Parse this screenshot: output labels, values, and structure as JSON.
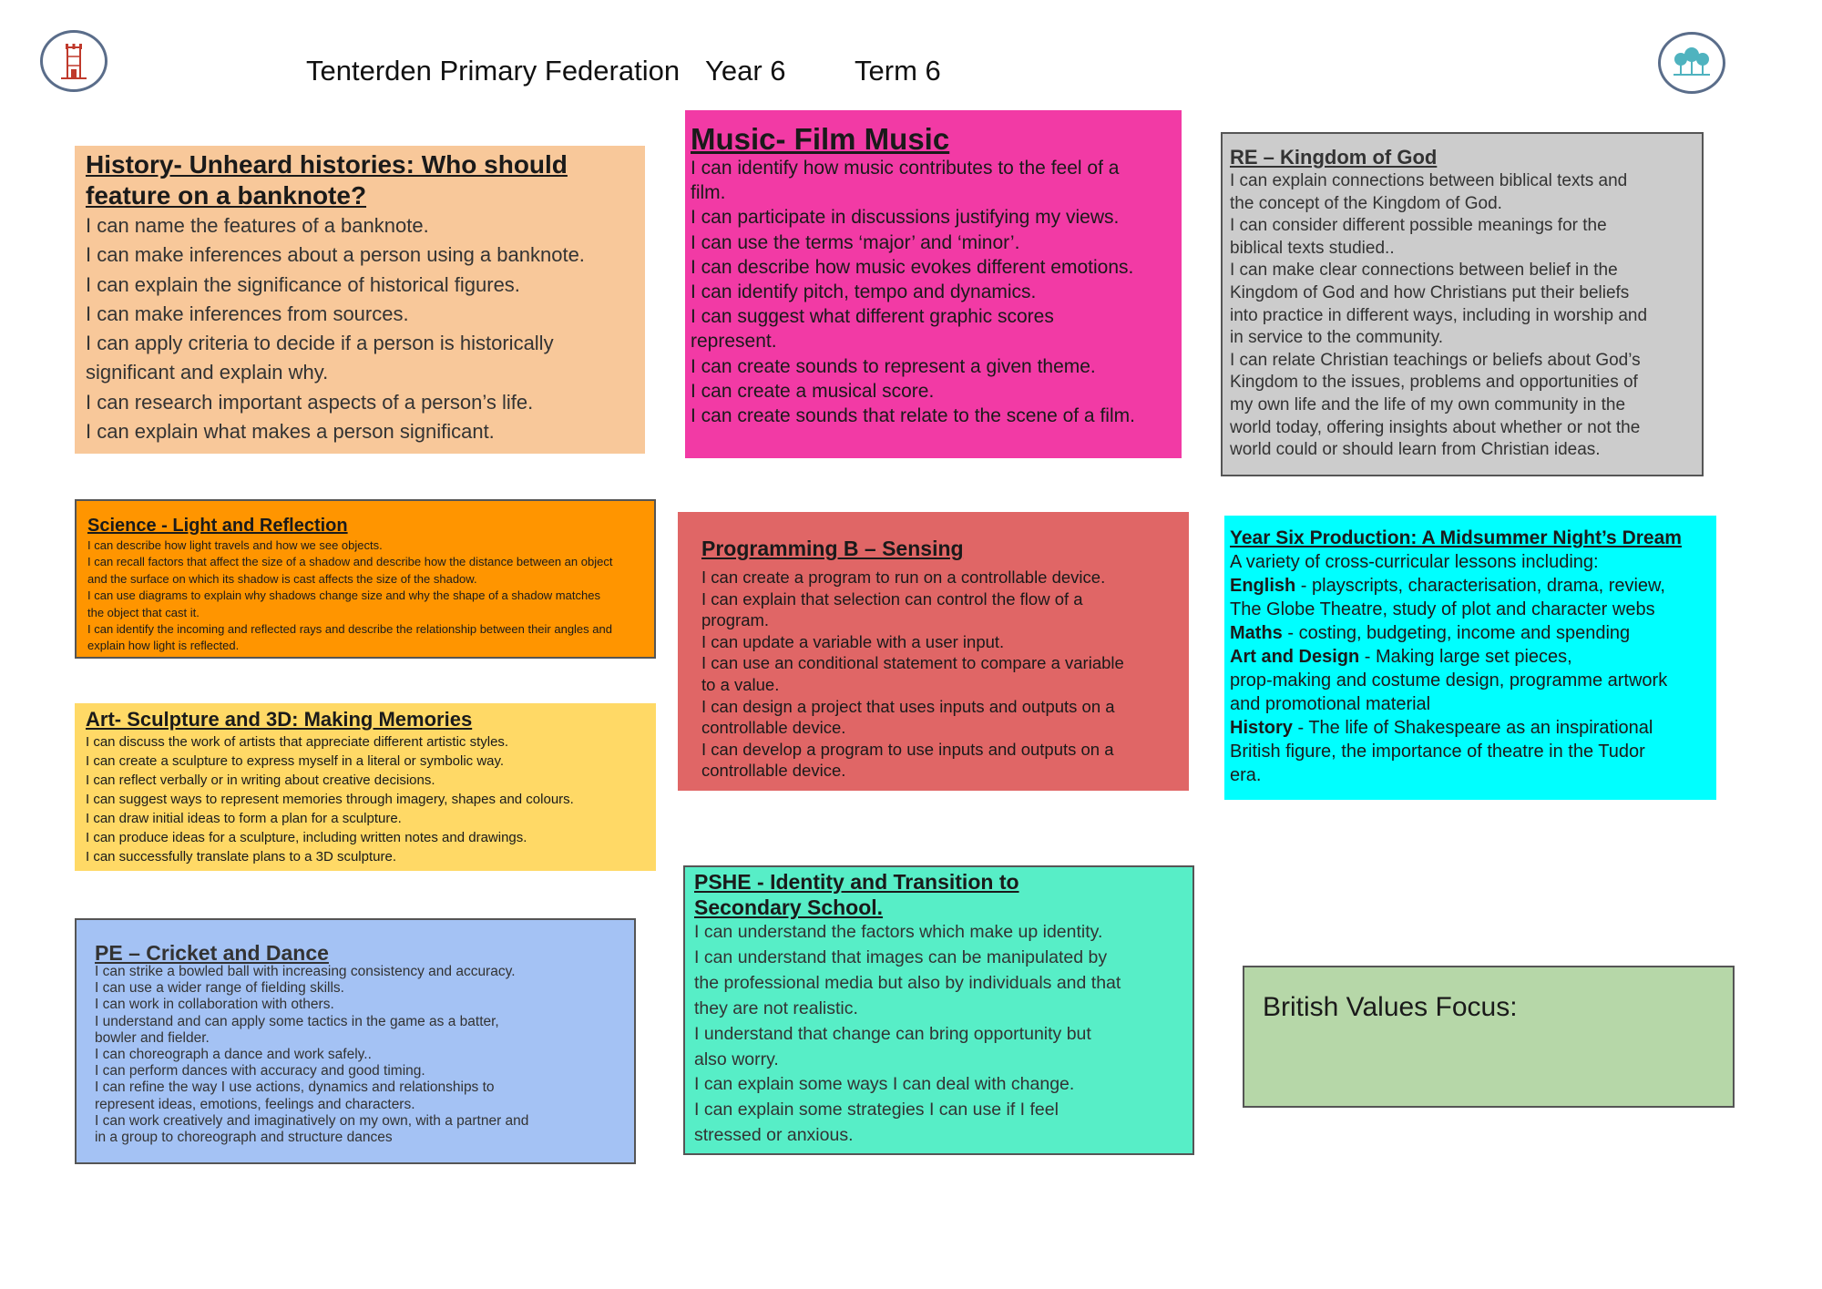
{
  "header": {
    "school": "Tenterden Primary Federation",
    "year": "Year 6",
    "term": "Term 6"
  },
  "history": {
    "title": "History- Unheard histories: Who should feature on a banknote?",
    "lines": [
      "I can name the features of a banknote.",
      "I can make inferences about a person using a banknote.",
      "I can explain the significance of historical figures.",
      "I can make inferences from sources.",
      "I can apply criteria to decide if a person is historically",
      "significant and explain why.",
      "I can research important aspects of a person’s life.",
      "I can explain what makes a person significant."
    ]
  },
  "music": {
    "title": "Music- Film Music",
    "lines": [
      "I can identify how music contributes to the feel of a",
      "film.",
      "I can participate in discussions justifying my views.",
      "I can use the terms ‘major’ and ‘minor’.",
      "I can describe how music evokes different emotions.",
      "I can identify pitch, tempo and dynamics.",
      "I can suggest what different graphic scores",
      "represent.",
      "I can create sounds to represent a given theme.",
      "I can create a musical score.",
      "I can create sounds that relate to the scene of a film."
    ]
  },
  "re": {
    "title": "RE – Kingdom of God",
    "lines": [
      "I can explain connections between biblical texts and",
      "the concept of the Kingdom of God.",
      "I can consider different possible meanings for the",
      "biblical texts studied..",
      "I can make clear connections between belief in the",
      "Kingdom of God and how Christians put their beliefs",
      "into practice in different ways, including in worship and",
      "in service to the community.",
      "I can relate Christian teachings or beliefs about God’s",
      "Kingdom to the issues, problems and opportunities of",
      "my own life and the life of my own community in the",
      "world today, offering insights about whether or not the",
      "world could or should learn from Christian ideas."
    ]
  },
  "science": {
    "title": "Science - Light and Reflection",
    "lines": [
      "I can describe how light travels and how we see objects.",
      "I can recall factors that affect the size of a shadow and describe how the distance between an object",
      "and the surface on which its shadow is cast affects the size of the shadow.",
      "I can use diagrams to explain why shadows change size and why the shape of a shadow matches",
      "the object that cast it.",
      "I can identify the incoming and reflected rays and describe the relationship between their angles and",
      "explain how light is reflected."
    ]
  },
  "programming": {
    "title": "Programming B – Sensing",
    "lines": [
      "I can create a program to run on a controllable device.",
      "I can explain that selection can control the flow of a",
      "program.",
      "I can update a variable with a user input.",
      "I can use an conditional statement to compare a variable",
      "to a value.",
      "I can design a project that uses inputs and outputs on a",
      "controllable device.",
      "I can develop a program to use inputs and outputs on a",
      "controllable device."
    ]
  },
  "production": {
    "title": "Year Six Production: A Midsummer Night’s Dream",
    "intro": "A variety of cross-curricular lessons including:",
    "english_label": "English",
    "english_text": " - playscripts, characterisation, drama, review,",
    "english_cont": "The Globe Theatre, study of plot and character webs",
    "maths_label": "Maths",
    "maths_text": " - costing, budgeting, income and spending",
    "art_label": "Art and Design",
    "art_text": " - Making large set pieces,",
    "art_cont1": "prop-making and costume design, programme artwork",
    "art_cont2": "and promotional material",
    "history_label": "History",
    "history_text": " - The life of Shakespeare as an inspirational",
    "history_cont1": "British figure, the importance of theatre in the Tudor",
    "history_cont2": "era."
  },
  "art": {
    "title": "Art- Sculpture and 3D: Making Memories",
    "lines": [
      "I can discuss the work of artists that appreciate different artistic styles.",
      "I can create a sculpture to express myself in a literal or symbolic way.",
      "I can reflect verbally or in writing about creative decisions.",
      "I can suggest ways to represent memories through imagery, shapes and colours.",
      "I can draw initial ideas to form a plan for a sculpture.",
      "I can produce ideas for a sculpture, including written notes and drawings.",
      "I can successfully translate plans to a 3D sculpture."
    ]
  },
  "pe": {
    "title": "PE – Cricket and Dance",
    "lines": [
      "I can strike a bowled ball with increasing consistency and accuracy.",
      "I can use a wider range of fielding skills.",
      "I can work in collaboration with others.",
      "I understand and can apply some tactics in the game as a batter,",
      "bowler and fielder.",
      "I can choreograph a dance and work safely..",
      "I can perform dances with accuracy and good timing.",
      "I can refine the way I use actions, dynamics and relationships to",
      "represent ideas, emotions, feelings and characters.",
      "I can work creatively and imaginatively on my own, with a partner and",
      "in a group to choreograph and structure dances"
    ]
  },
  "pshe": {
    "title_line1": "PSHE - Identity and Transition to",
    "title_line2": "Secondary School.",
    "lines": [
      "I can understand the factors which make up identity.",
      "I can understand that images can be manipulated by",
      "the professional media but also by individuals and that",
      "they are not realistic.",
      "I understand that change can bring opportunity but",
      "also worry.",
      "I can explain some ways I can deal with change.",
      "I can explain some strategies I can use if I feel",
      "stressed or anxious."
    ]
  },
  "british_values": {
    "title": "British Values Focus:"
  },
  "icons": {
    "left_logo": "church-tower-logo-icon",
    "right_logo": "trees-logo-icon"
  }
}
